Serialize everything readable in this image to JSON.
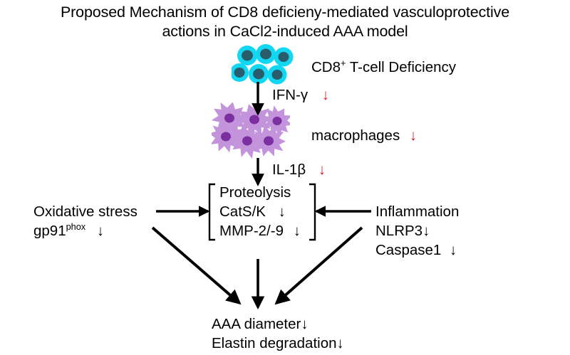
{
  "figure": {
    "title_line1": "Proposed Mechanism of CD8 deficieny-mediated vasculoprotective",
    "title_line2": "actions in CaCl2-induced AAA model",
    "background_color": "#ffffff"
  },
  "colors": {
    "tcell_body": "#12d7f2",
    "tcell_nucleus": "#2a5d6b",
    "macrophage_body": "#c394db",
    "macrophage_nucleus": "#7b2fa0",
    "down_arrow_red": "#e41a1c",
    "arrow_black": "#000000",
    "text": "#000000"
  },
  "nodes": {
    "tcell": {
      "label": "CD8",
      "label_superscript": "+",
      "label_rest": " T-cell Deficiency",
      "cell_count": 6,
      "icon": "tcell-cluster-icon"
    },
    "cytokine_ifng": {
      "label": "IFN-γ",
      "change": "↓",
      "change_color": "#e41a1c"
    },
    "macrophage": {
      "label": "macrophages",
      "change": "↓",
      "change_color": "#e41a1c",
      "cell_count": 6,
      "icon": "macrophage-cluster-icon"
    },
    "cytokine_il1b": {
      "label": "IL-1β",
      "change": "↓",
      "change_color": "#e41a1c"
    },
    "proteolysis_box": {
      "bracket": "square",
      "lines": [
        {
          "text": "Proteolysis",
          "change": ""
        },
        {
          "text": "CatS/K",
          "change": "↓"
        },
        {
          "text": "MMP-2/-9",
          "change": "↓"
        }
      ]
    },
    "oxidative_stress": {
      "line1": "Oxidative stress",
      "line2_base": "gp91",
      "line2_superscript": "phox",
      "line2_change": "↓"
    },
    "inflammation": {
      "line1": "Inflammation",
      "line2": "NLRP3",
      "line2_change": "↓",
      "line3": "Caspase1",
      "line3_change": "↓"
    },
    "outcome": {
      "line1": "AAA diameter",
      "line1_change": "↓",
      "line2": "Elastin degradation",
      "line2_change": "↓"
    }
  },
  "edges": [
    {
      "name": "tcell-to-macrophage",
      "from": "tcell",
      "to": "macrophage",
      "direction": "down",
      "style": "solid-black"
    },
    {
      "name": "macrophage-to-proteolysis",
      "from": "macrophage",
      "to": "proteolysis_box",
      "direction": "down",
      "style": "solid-black"
    },
    {
      "name": "oxidative-to-proteolysis",
      "from": "oxidative_stress",
      "to": "proteolysis_box",
      "direction": "right",
      "style": "solid-black"
    },
    {
      "name": "inflammation-to-proteolysis",
      "from": "inflammation",
      "to": "proteolysis_box",
      "direction": "left",
      "style": "solid-black"
    },
    {
      "name": "oxidative-to-outcome",
      "from": "oxidative_stress",
      "to": "outcome",
      "direction": "diagonal-down-right",
      "style": "solid-black"
    },
    {
      "name": "proteolysis-to-outcome",
      "from": "proteolysis_box",
      "to": "outcome",
      "direction": "down",
      "style": "solid-black"
    },
    {
      "name": "inflammation-to-outcome",
      "from": "inflammation",
      "to": "outcome",
      "direction": "diagonal-down-left",
      "style": "solid-black"
    }
  ]
}
